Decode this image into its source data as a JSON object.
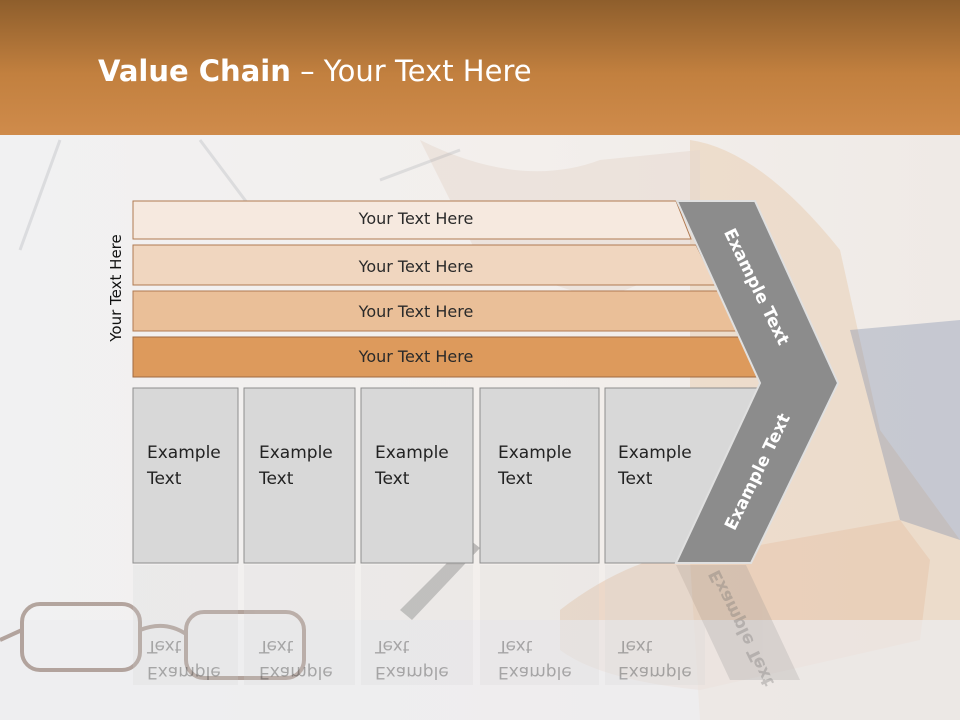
{
  "slide": {
    "title_bold": "Value Chain",
    "title_rest": " – Your Text Here",
    "side_label": "Your Text Here"
  },
  "bars": [
    {
      "label": "Your Text Here",
      "color": "#f6e9df"
    },
    {
      "label": "Your Text Here",
      "color": "#f0d6bf"
    },
    {
      "label": "Your Text Here",
      "color": "#eabf98"
    },
    {
      "label": "Your Text Here",
      "color": "#dd9a5c"
    }
  ],
  "boxes": [
    {
      "line1": "Example",
      "line2": "Text"
    },
    {
      "line1": "Example",
      "line2": "Text"
    },
    {
      "line1": "Example",
      "line2": "Text"
    },
    {
      "line1": "Example",
      "line2": "Text"
    },
    {
      "line1": "Example",
      "line2": "Text"
    }
  ],
  "chevron": {
    "upper_label": "Example Text",
    "lower_label": "Example Text",
    "color": "#8c8c8c"
  }
}
